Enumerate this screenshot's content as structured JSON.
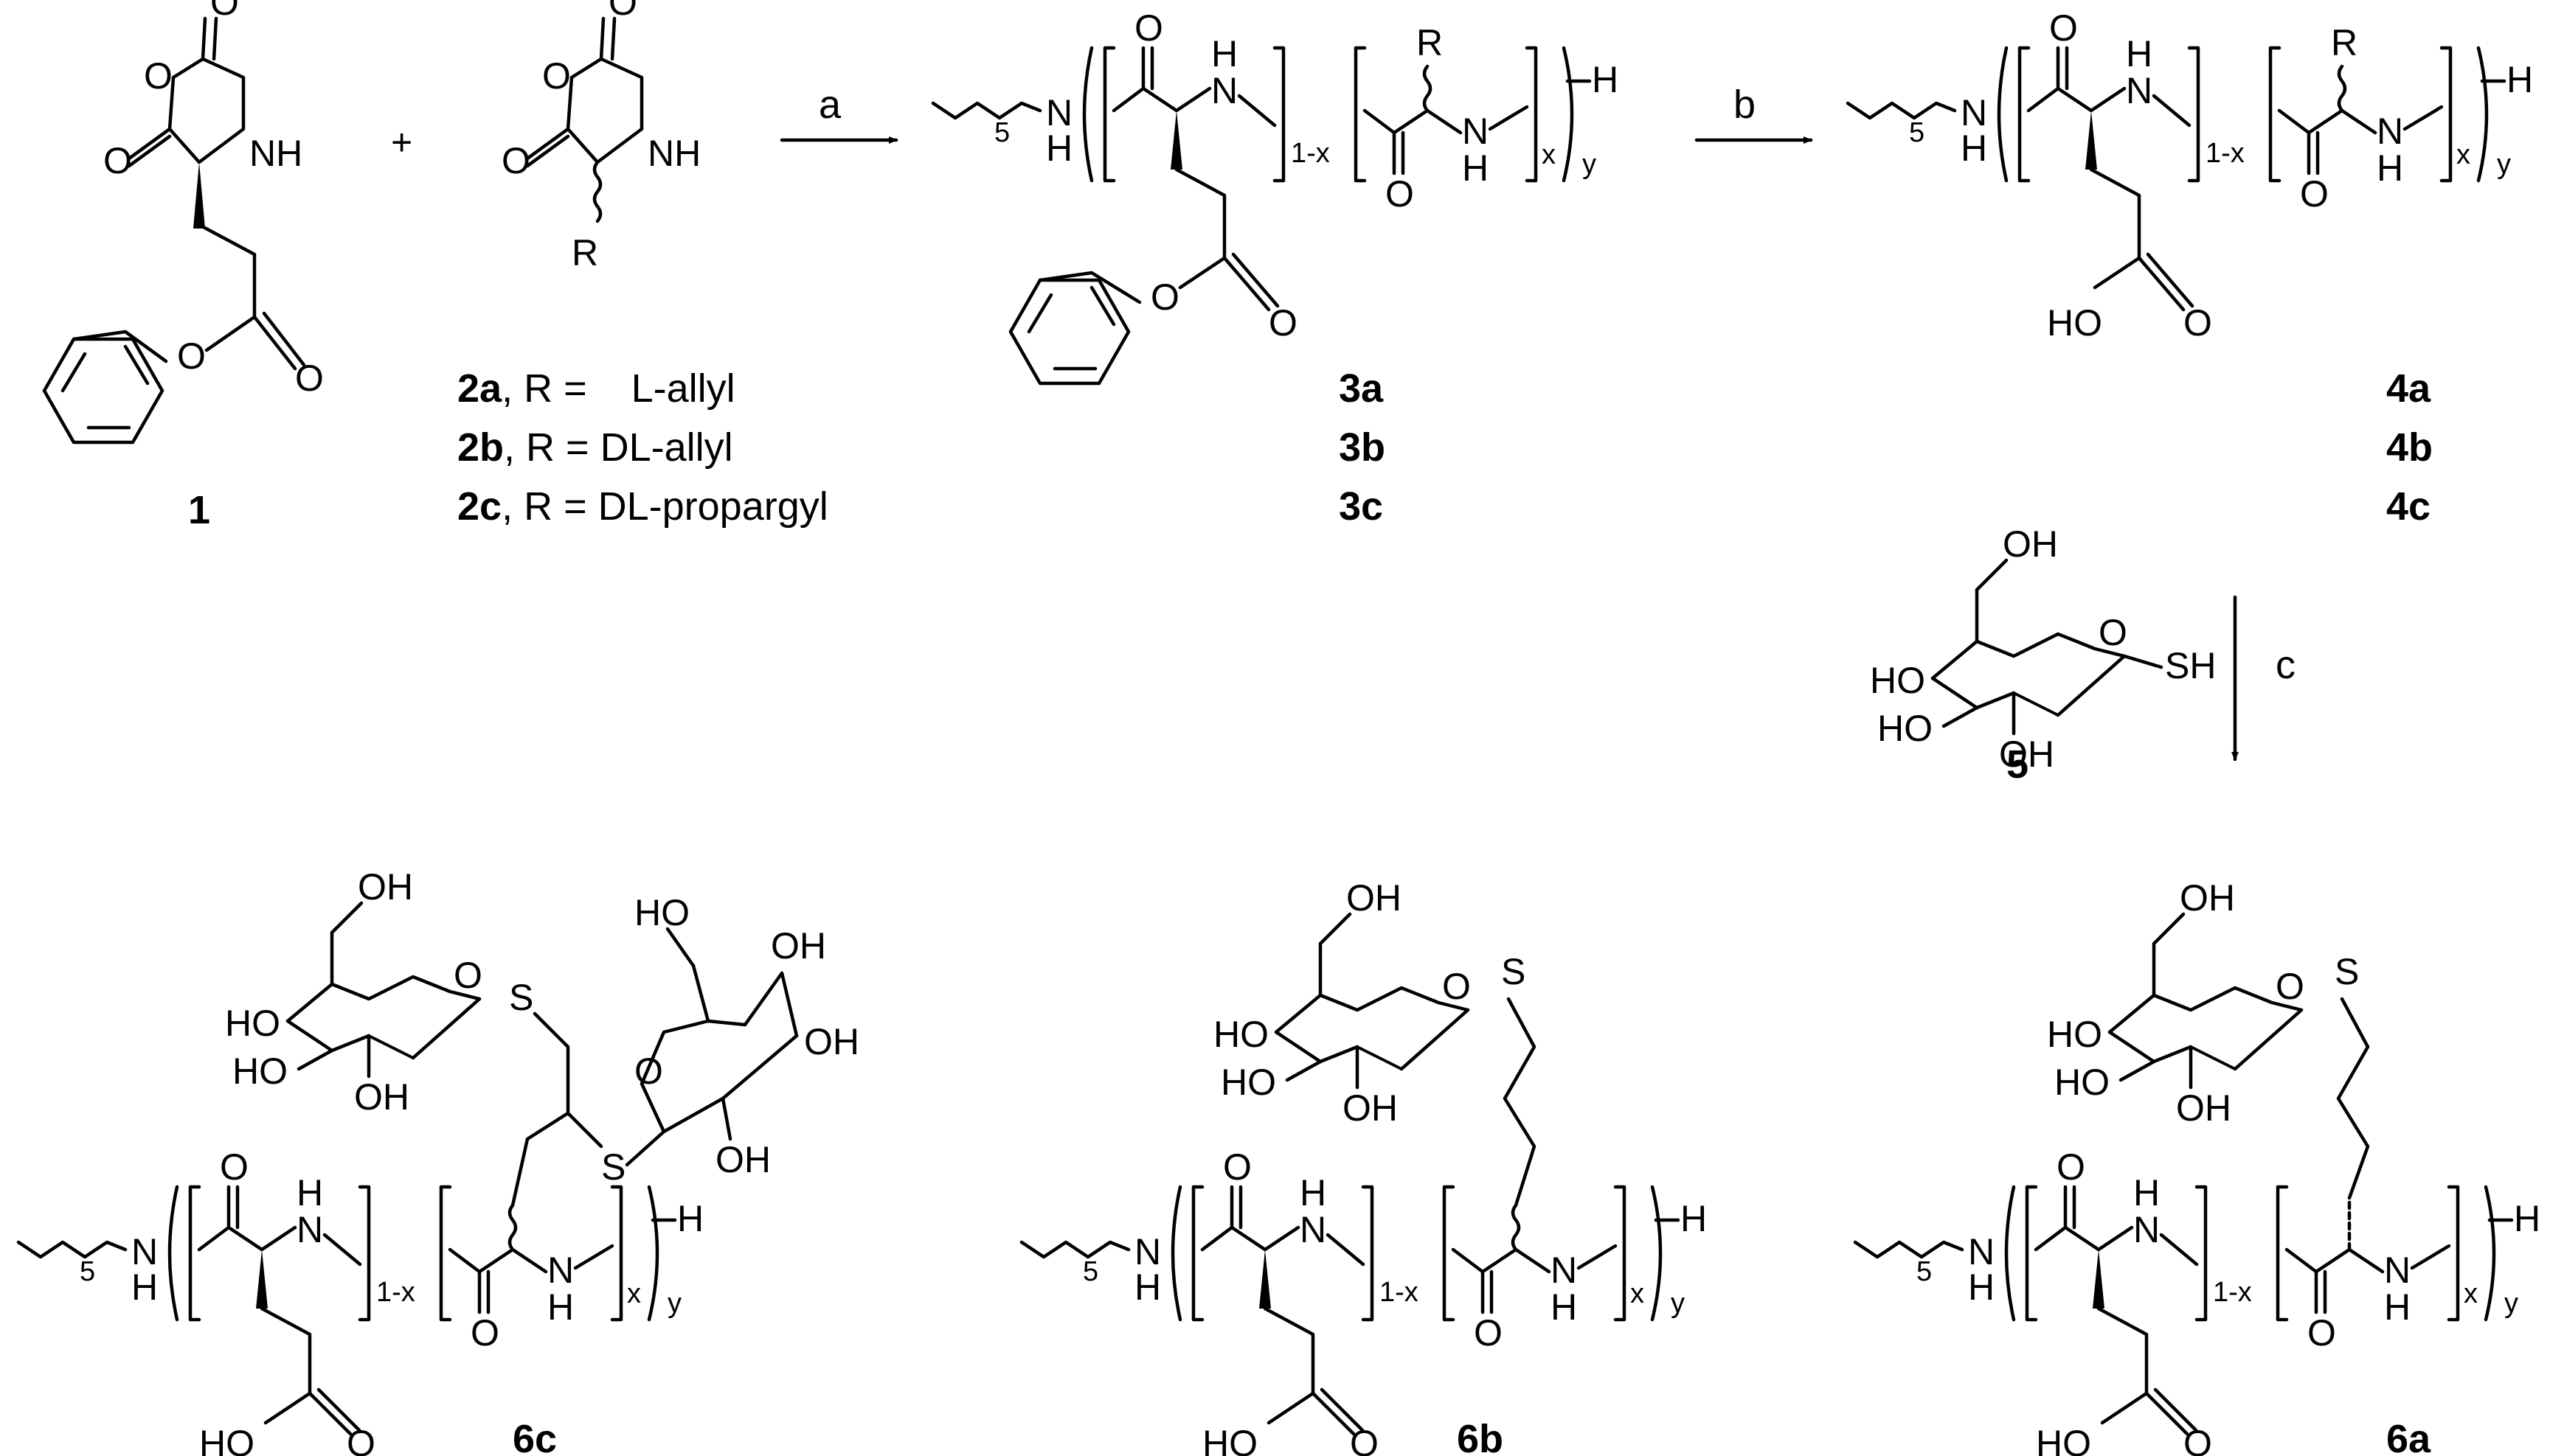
{
  "scheme": {
    "reagent_labels": {
      "a": "a",
      "b": "b",
      "c": "c"
    },
    "plus": "+",
    "atoms": {
      "O": "O",
      "NH": "NH",
      "N": "N",
      "H": "H",
      "R": "R",
      "S": "S",
      "OH": "OH",
      "HO": "HO",
      "SH": "SH",
      "sub_5": "5",
      "sub_1x": "1-x",
      "sub_x": "x",
      "sub_y": "y"
    },
    "compounds": {
      "c1": "1",
      "c2a_id": "2a",
      "c2a_rest": ", R =    L-allyl",
      "c2b_id": "2b",
      "c2b_rest": ", R = DL-allyl",
      "c2c_id": "2c",
      "c2c_rest": ", R = DL-propargyl",
      "c3a": "3a",
      "c3b": "3b",
      "c3c": "3c",
      "c4a": "4a",
      "c4b": "4b",
      "c4c": "4c",
      "c5": "5",
      "c6a": "6a",
      "c6b": "6b",
      "c6c": "6c"
    }
  }
}
